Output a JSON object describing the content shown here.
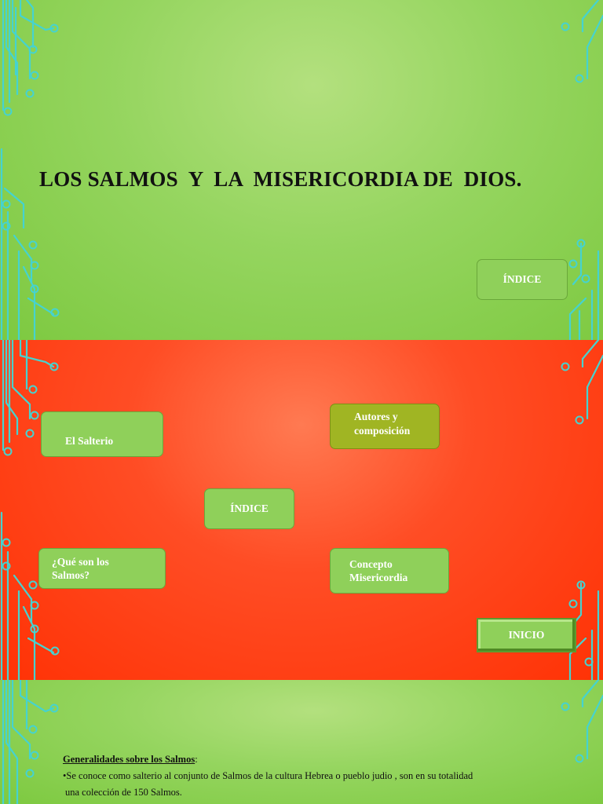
{
  "slide1": {
    "title": "LOS SALMOS  Y  LA  MISERICORDIA DE  DIOS.",
    "index_button": "ÍNDICE"
  },
  "slide2": {
    "buttons": {
      "salterio": "El Salterio",
      "autores_line1": "Autores y",
      "autores_line2": "composición",
      "indice": "ÍNDICE",
      "que_son_line1": "¿Qué son los",
      "que_son_line2": "Salmos?",
      "concepto_line1": "Concepto",
      "concepto_line2": "Misericordia",
      "inicio": "INICIO"
    }
  },
  "slide3": {
    "heading": "Generalidades sobre los Salmos",
    "heading_colon": ":",
    "bullet": "•",
    "line1": "Se  conoce como salterio al conjunto de Salmos de la cultura Hebrea o pueblo judio , son en su totalidad",
    "line2": "una colección de  150 Salmos."
  },
  "colors": {
    "green_bg": "#95d55f",
    "red_bg": "#ff4d25",
    "circuit_cyan": "#45d3d0",
    "button_olive": "#a0b523",
    "button_light": "#8fd05a"
  }
}
